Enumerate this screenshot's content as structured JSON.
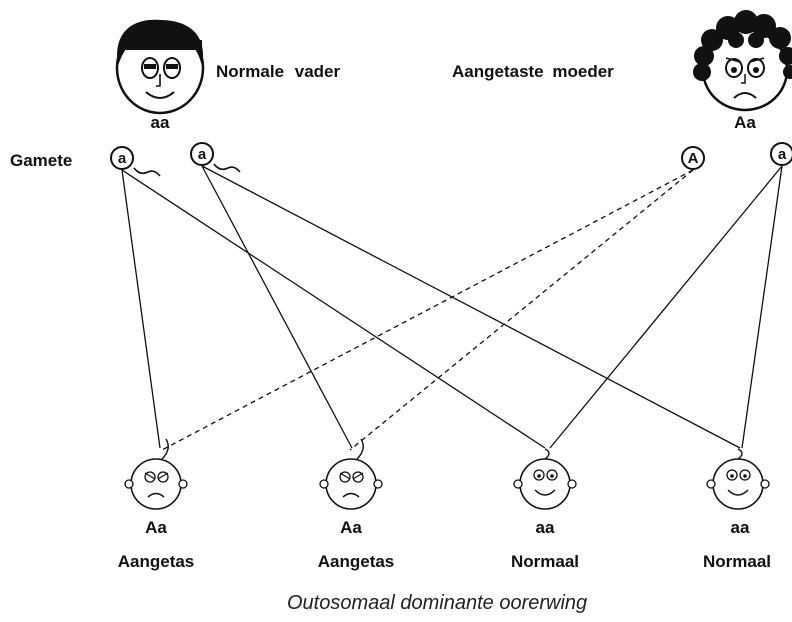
{
  "father": {
    "label": "Normale vader",
    "genotype": "aa"
  },
  "mother": {
    "label": "Aangetaste moeder",
    "genotype": "Aa"
  },
  "gamete_label": "Gamete",
  "gametes": {
    "father_1": "a",
    "father_2": "a",
    "mother_1": "A",
    "mother_2": "a"
  },
  "children": [
    {
      "genotype": "Aa",
      "phenotype": "Aangetas"
    },
    {
      "genotype": "Aa",
      "phenotype": "Aangetas"
    },
    {
      "genotype": "aa",
      "phenotype": "Normaal"
    },
    {
      "genotype": "aa",
      "phenotype": "Normaal"
    }
  ],
  "caption": "Outosomaal dominante oorerwing"
}
